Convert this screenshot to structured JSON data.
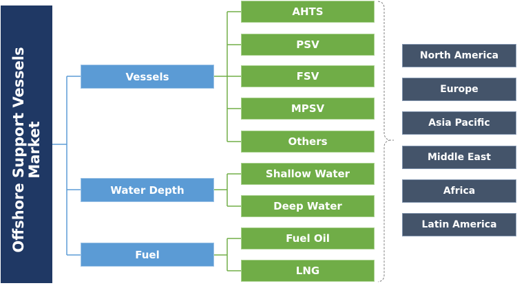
{
  "root": {
    "line1": "Offshore Support Vessels",
    "line2": "Market"
  },
  "categories": [
    {
      "label": "Vessels",
      "items": [
        "AHTS",
        "PSV",
        "FSV",
        "MPSV",
        "Others"
      ]
    },
    {
      "label": "Water Depth",
      "items": [
        "Shallow Water",
        "Deep Water"
      ]
    },
    {
      "label": "Fuel",
      "items": [
        "Fuel Oil",
        "LNG"
      ]
    }
  ],
  "regions": [
    "North America",
    "Europe",
    "Asia Pacific",
    "Middle East",
    "Africa",
    "Latin America"
  ],
  "colors": {
    "root": "#1f3864",
    "category": "#5b9bd5",
    "segment": "#70ad47",
    "region": "#44546a"
  }
}
